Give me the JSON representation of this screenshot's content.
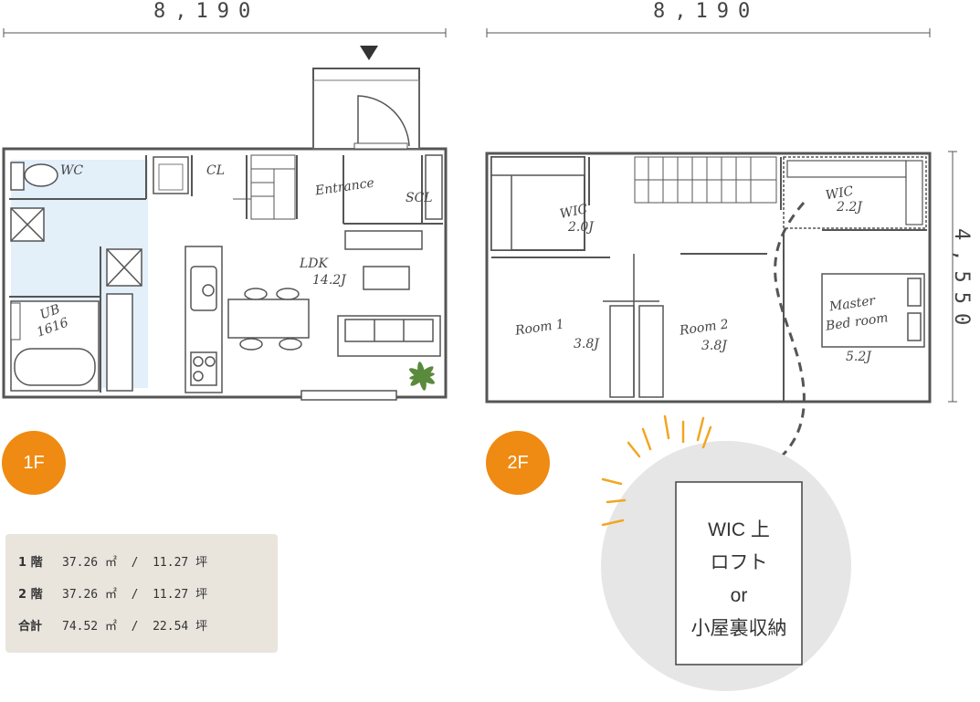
{
  "dimensions": {
    "f1_width": "8,190",
    "f2_width": "8,190",
    "depth": "4,550"
  },
  "floor1": {
    "badge": "1F",
    "rooms": {
      "wc": "WC",
      "ub": "UB",
      "ub_size": "1616",
      "cl": "CL",
      "entrance": "Entrance",
      "scl": "SCL",
      "ldk": "LDK",
      "ldk_size": "14.2J"
    }
  },
  "floor2": {
    "badge": "2F",
    "rooms": {
      "wic1": "WIC",
      "wic1_size": "2.0J",
      "wic2": "WIC",
      "wic2_size": "2.2J",
      "room1": "Room 1",
      "room1_size": "3.8J",
      "room2": "Room 2",
      "room2_size": "3.8J",
      "master": "Master",
      "master2": "Bed room",
      "master_size": "5.2J"
    }
  },
  "loft": {
    "line1": "WIC 上",
    "line2": "ロフト",
    "line3": "or",
    "line4": "小屋裏収納"
  },
  "areas": [
    {
      "floor": "1 階",
      "sqm": "37.26 ㎡",
      "tsubo": "11.27 坪"
    },
    {
      "floor": "2 階",
      "sqm": "37.26 ㎡",
      "tsubo": "11.27 坪"
    },
    {
      "floor": "合計",
      "sqm": "74.52 ㎡",
      "tsubo": "22.54 坪"
    }
  ],
  "colors": {
    "accent": "#ef8a12",
    "wall": "#555555",
    "panel": "#e9e5dd",
    "circle": "#e6e6e6"
  }
}
